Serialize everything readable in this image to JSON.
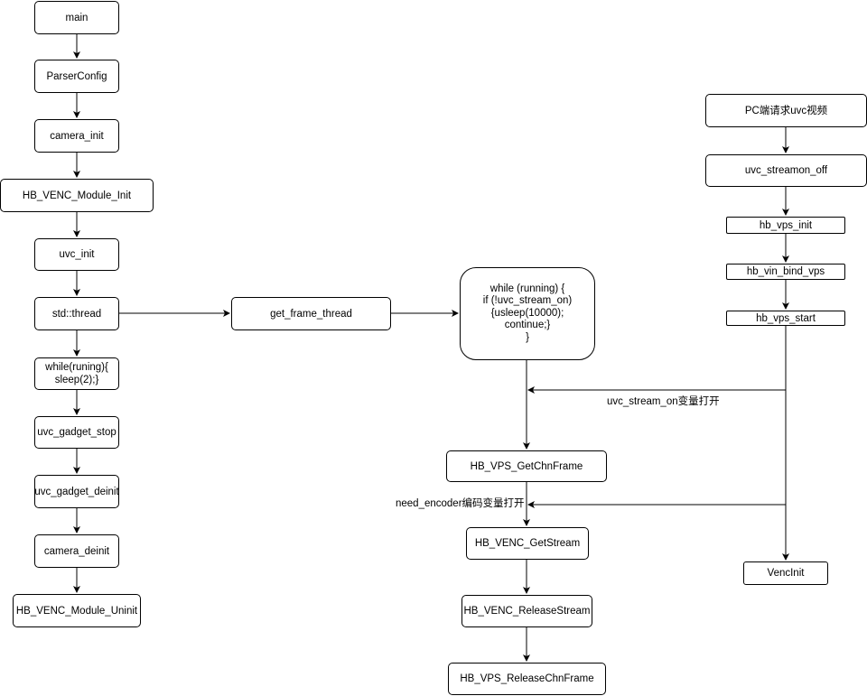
{
  "nodes": {
    "main": "main",
    "parser_config": "ParserConfig",
    "camera_init": "camera_init",
    "venc_module_init": "HB_VENC_Module_Init",
    "uvc_init": "uvc_init",
    "std_thread": "std::thread",
    "while_runing": "while(runing){\nsleep(2);}",
    "uvc_gadget_stop": "uvc_gadget_stop",
    "uvc_gadget_deinit": "uvc_gadget_deinit",
    "camera_deinit": "camera_deinit",
    "venc_module_uninit": "HB_VENC_Module_Uninit",
    "get_frame_thread": "get_frame_thread",
    "while_running_loop": "while (running) {\nif (!uvc_stream_on)\n{usleep(10000);\ncontinue;}\n}",
    "vps_get_chn_frame": "HB_VPS_GetChnFrame",
    "venc_get_stream": "HB_VENC_GetStream",
    "venc_release_stream": "HB_VENC_ReleaseStream",
    "vps_release_chn_frame": "HB_VPS_ReleaseChnFrame",
    "pc_request": "PC端请求uvc视频",
    "uvc_streamon_off": "uvc_streamon_off",
    "hb_vps_init": "hb_vps_init",
    "hb_vin_bind_vps": "hb_vin_bind_vps",
    "hb_vps_start": "hb_vps_start",
    "venc_init": "VencInit"
  },
  "edge_labels": {
    "stream_on": "uvc_stream_on变量打开",
    "need_encoder": "need_encoder编码变量打开"
  }
}
